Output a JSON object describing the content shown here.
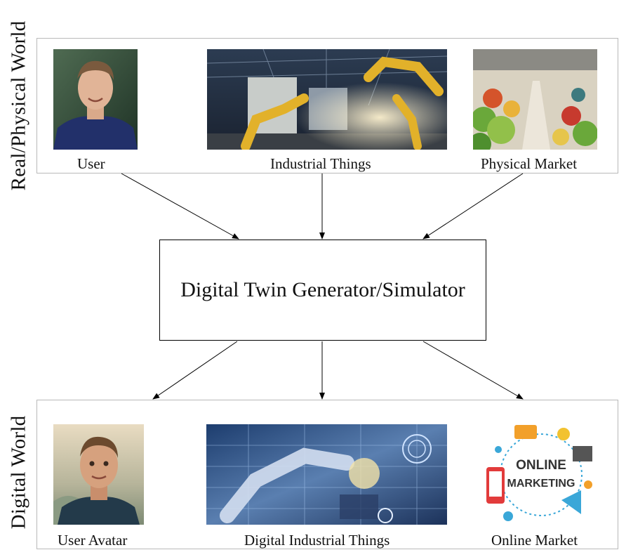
{
  "physical_world": {
    "label": "Real/Physical World",
    "items": [
      {
        "caption": "User",
        "image": "person-photo"
      },
      {
        "caption": "Industrial Things",
        "image": "factory-robot-arms-photo"
      },
      {
        "caption": "Physical Market",
        "image": "produce-market-photo"
      }
    ]
  },
  "center": {
    "label": "Digital Twin Generator/Simulator"
  },
  "digital_world": {
    "label": "Digital World",
    "items": [
      {
        "caption": "User Avatar",
        "image": "3d-avatar-render"
      },
      {
        "caption": "Digital Industrial Things",
        "image": "digital-robot-arm-render"
      },
      {
        "caption": "Online Market",
        "image": "online-marketing-illustration",
        "text_lines": [
          "ONLINE",
          "MARKETING"
        ]
      }
    ]
  },
  "colors": {
    "panel_border": "#b9b9b9",
    "arrow": "#000000"
  }
}
